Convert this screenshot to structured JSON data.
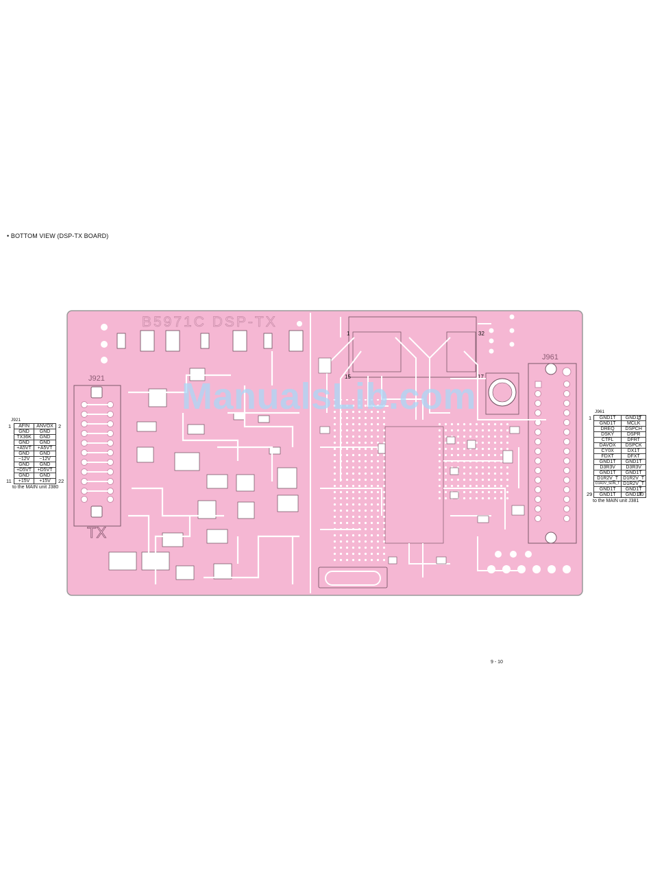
{
  "heading": "• BOTTOM VIEW (DSP-TX BOARD)",
  "watermark": "ManualsLib.com",
  "page_number": "9 - 10",
  "colors": {
    "board": "#f5b7d3",
    "trace": "#ffffff",
    "outline": "#9a9a9a"
  },
  "board": {
    "silk_title": "B5971C  DSP-TX",
    "left_connector_label": "J921",
    "right_connector_label": "J961",
    "tx_label": "TX",
    "ic_pin_1": "1",
    "ic_pin_32": "32",
    "ic_pin_15": "15",
    "ic_pin_17": "17"
  },
  "j921": {
    "label": "J921",
    "pin_top_left": "1",
    "pin_top_right": "2",
    "pin_bottom_left": "11",
    "pin_bottom_right": "22",
    "rows": [
      [
        "AFIN",
        "ANVOX"
      ],
      [
        "GND",
        "GND"
      ],
      [
        "TX36K",
        "GND"
      ],
      [
        "GND",
        "GND"
      ],
      [
        "+A5VT",
        "+A5VT"
      ],
      [
        "GND",
        "GND"
      ],
      [
        "−12V",
        "−12V"
      ],
      [
        "GND",
        "GND"
      ],
      [
        "+D5VT",
        "+D5VT"
      ],
      [
        "GND",
        "GND"
      ],
      [
        "+15V",
        "+15V"
      ]
    ],
    "note": "to the MAIN unit J380"
  },
  "j961": {
    "label": "J961",
    "pin_top_left": "1",
    "pin_top_right": "2",
    "pin_bottom_left": "29",
    "pin_bottom_right": "30",
    "rows": [
      [
        "GND1T",
        "GND1T"
      ],
      [
        "GND1T",
        "MCLK"
      ],
      [
        "DREQ",
        "DSPCH"
      ],
      [
        "DSKY",
        "DSPR"
      ],
      [
        "CTFL",
        "DFRT"
      ],
      [
        "DAVOX",
        "DSPCK"
      ],
      [
        "CY0X",
        "DX1T"
      ],
      [
        "FDXT",
        "DFXT"
      ],
      [
        "GND1T",
        "GND1T"
      ],
      [
        "D3R3V",
        "D3R3V"
      ],
      [
        "GND1T",
        "GND1T"
      ],
      [
        "D1R2V_T",
        "D1R2V_T"
      ],
      [
        "D1R2V_SDN_T",
        "D1R2V_T"
      ],
      [
        "GND1T",
        "GND1T"
      ],
      [
        "GND1T",
        "GND1T"
      ]
    ],
    "note": "to the MAIN unit J381"
  }
}
